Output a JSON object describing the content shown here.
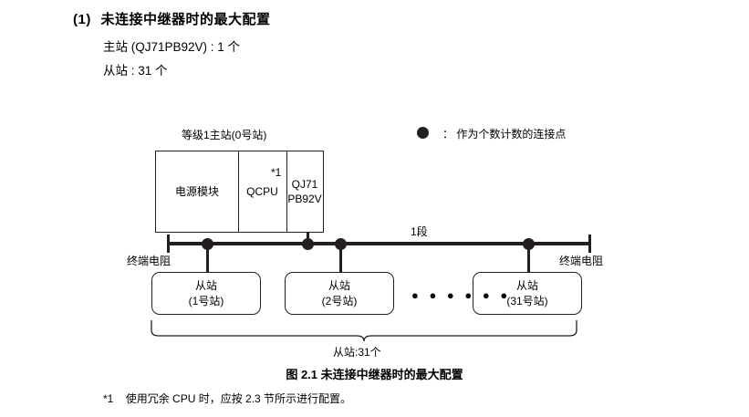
{
  "heading": {
    "number": "(1)",
    "title": "未连接中继器时的最大配置"
  },
  "spec_lines": {
    "master": "主站 (QJ71PB92V) : 1 个",
    "slave": "从站 : 31 个"
  },
  "legend": {
    "symbol": "legend-dot",
    "text": "： 作为个数计数的连接点"
  },
  "diagram": {
    "master_group_label": "等级1主站(0号站)",
    "master_cells": [
      {
        "name": "power-module",
        "text": "电源模块"
      },
      {
        "name": "qcpu",
        "text": "QCPU"
      },
      {
        "name": "qj71pb92v",
        "text": "QJ71\nPB92V"
      }
    ],
    "footnote_mark_on_diagram": "*1",
    "segment_label": "1段",
    "terminator_left": "终端电阻",
    "terminator_right": "终端电阻",
    "slaves": [
      {
        "name": "slave-1",
        "title": "从站",
        "sub": "(1号站)"
      },
      {
        "name": "slave-2",
        "title": "从站",
        "sub": "(2号站)"
      },
      {
        "name": "slave-31",
        "title": "从站",
        "sub": "(31号站)"
      }
    ],
    "ellipsis": "● ● ● ● ● ●",
    "brace_label": "从站:31个"
  },
  "figure_caption": "图 2.1  未连接中继器时的最大配置",
  "footnote": {
    "mark": "*1",
    "text": "使用冗余 CPU 时，应按 2.3 节所示进行配置。"
  },
  "colors": {
    "ink": "#231f20",
    "background": "#ffffff"
  }
}
